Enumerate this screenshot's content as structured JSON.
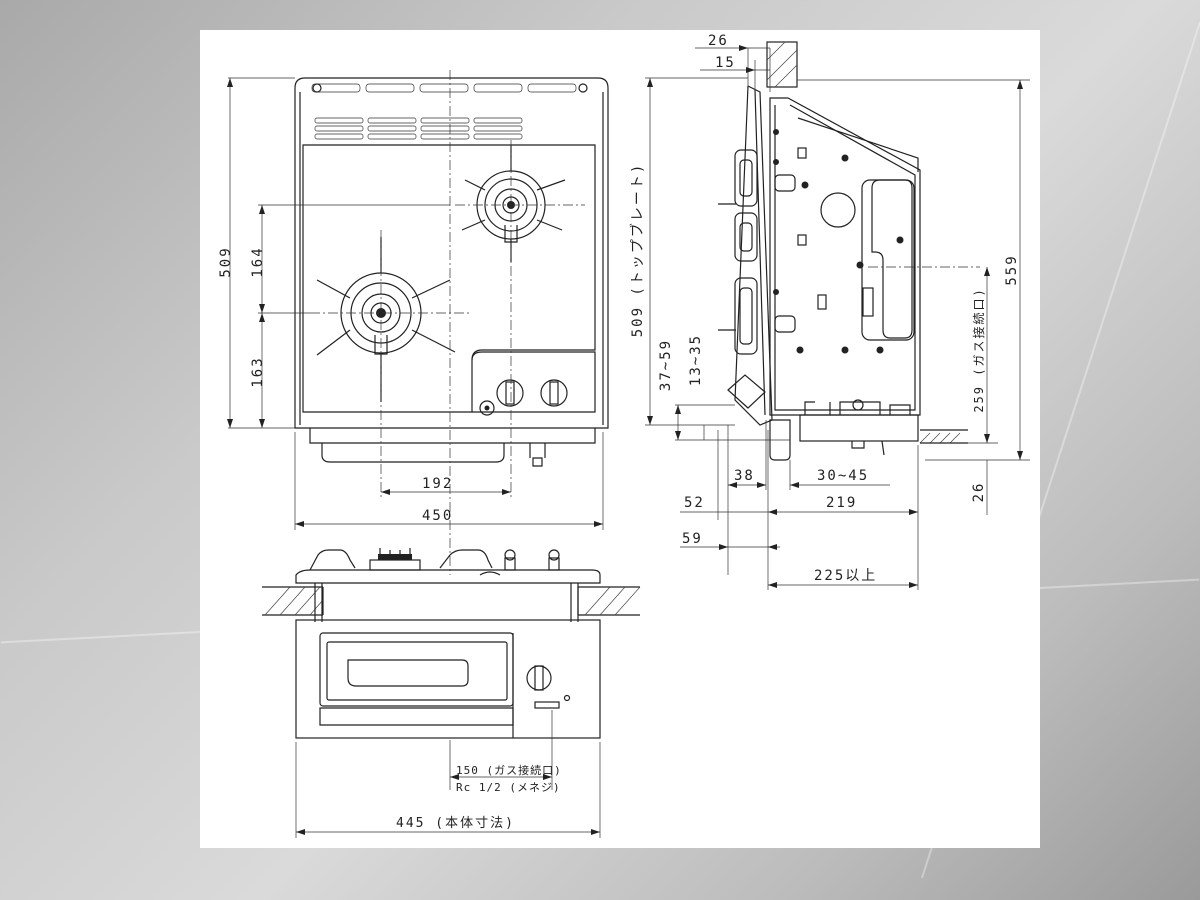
{
  "dimensions": {
    "d_509_left": "509",
    "d_164": "164",
    "d_163": "163",
    "d_192": "192",
    "d_450": "450",
    "d_26_top": "26",
    "d_15": "15",
    "d_509_top_plate": "509 (トップブレート)",
    "d_37_59": "37~59",
    "d_13_35": "13~35",
    "d_559": "559",
    "d_259_gas": "259 (ガス接続口)",
    "d_38": "38",
    "d_30_45": "30~45",
    "d_52": "52",
    "d_219": "219",
    "d_26_bottom": "26",
    "d_59": "59",
    "d_225": "225以上",
    "d_150_gas": "150 (ガス接続口)",
    "d_rc": "Rc 1/2 (メネジ)",
    "d_445": "445 (本体寸法)"
  }
}
